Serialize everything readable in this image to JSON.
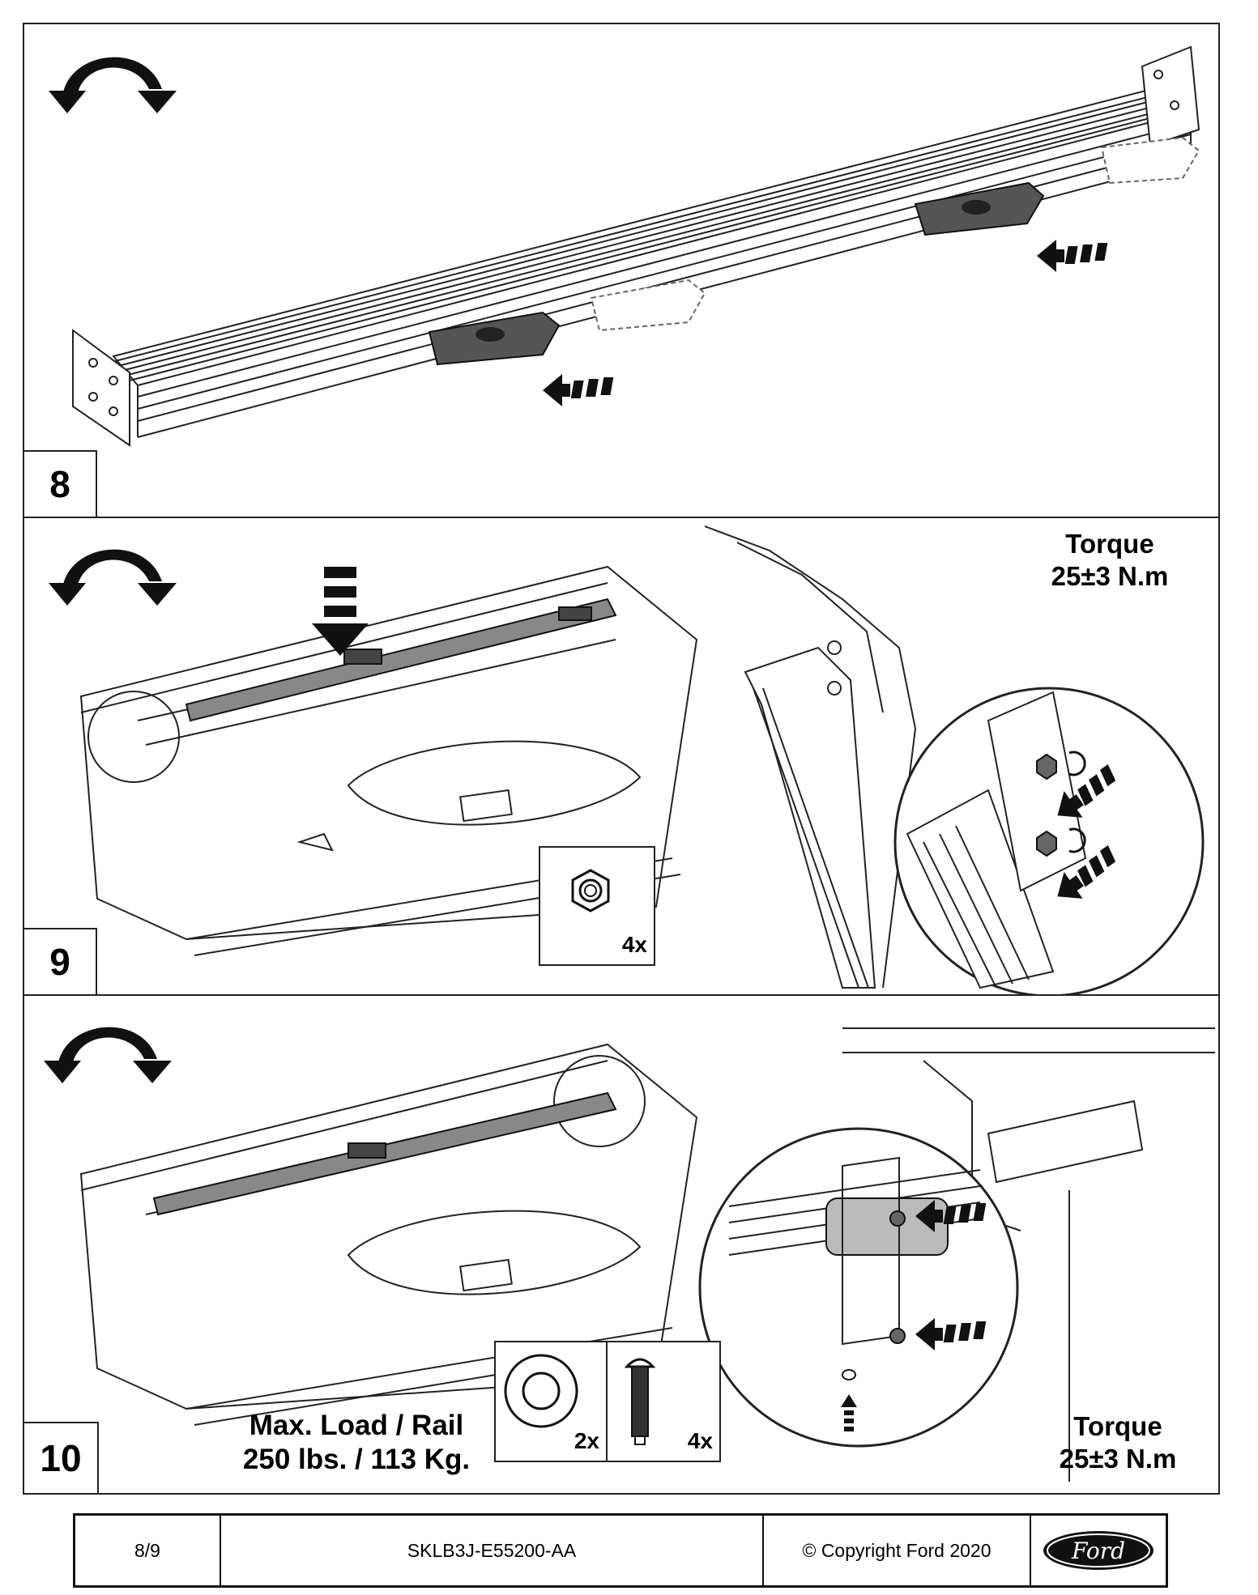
{
  "steps": {
    "step8": {
      "number": "8"
    },
    "step9": {
      "number": "9",
      "torque_title": "Torque",
      "torque_value": "25±3 N.m",
      "nut_qty": "4x"
    },
    "step10": {
      "number": "10",
      "max_load_title": "Max. Load / Rail",
      "max_load_value": "250 lbs. / 113 Kg.",
      "washer_qty": "2x",
      "bolt_qty": "4x",
      "torque_title": "Torque",
      "torque_value": "25±3 N.m"
    }
  },
  "icons": [
    "rotate-flip-icon",
    "push-arrow-icon",
    "hex-nut-icon",
    "washer-icon",
    "bolt-icon",
    "tighten-arrow-icon"
  ],
  "footer": {
    "page": "8/9",
    "part_number": "SKLB3J-E55200-AA",
    "copyright": "© Copyright Ford 2020",
    "logo_text": "Ford"
  },
  "colors": {
    "line": "#222222",
    "background": "#ffffff",
    "logo_blue": "#111111"
  }
}
